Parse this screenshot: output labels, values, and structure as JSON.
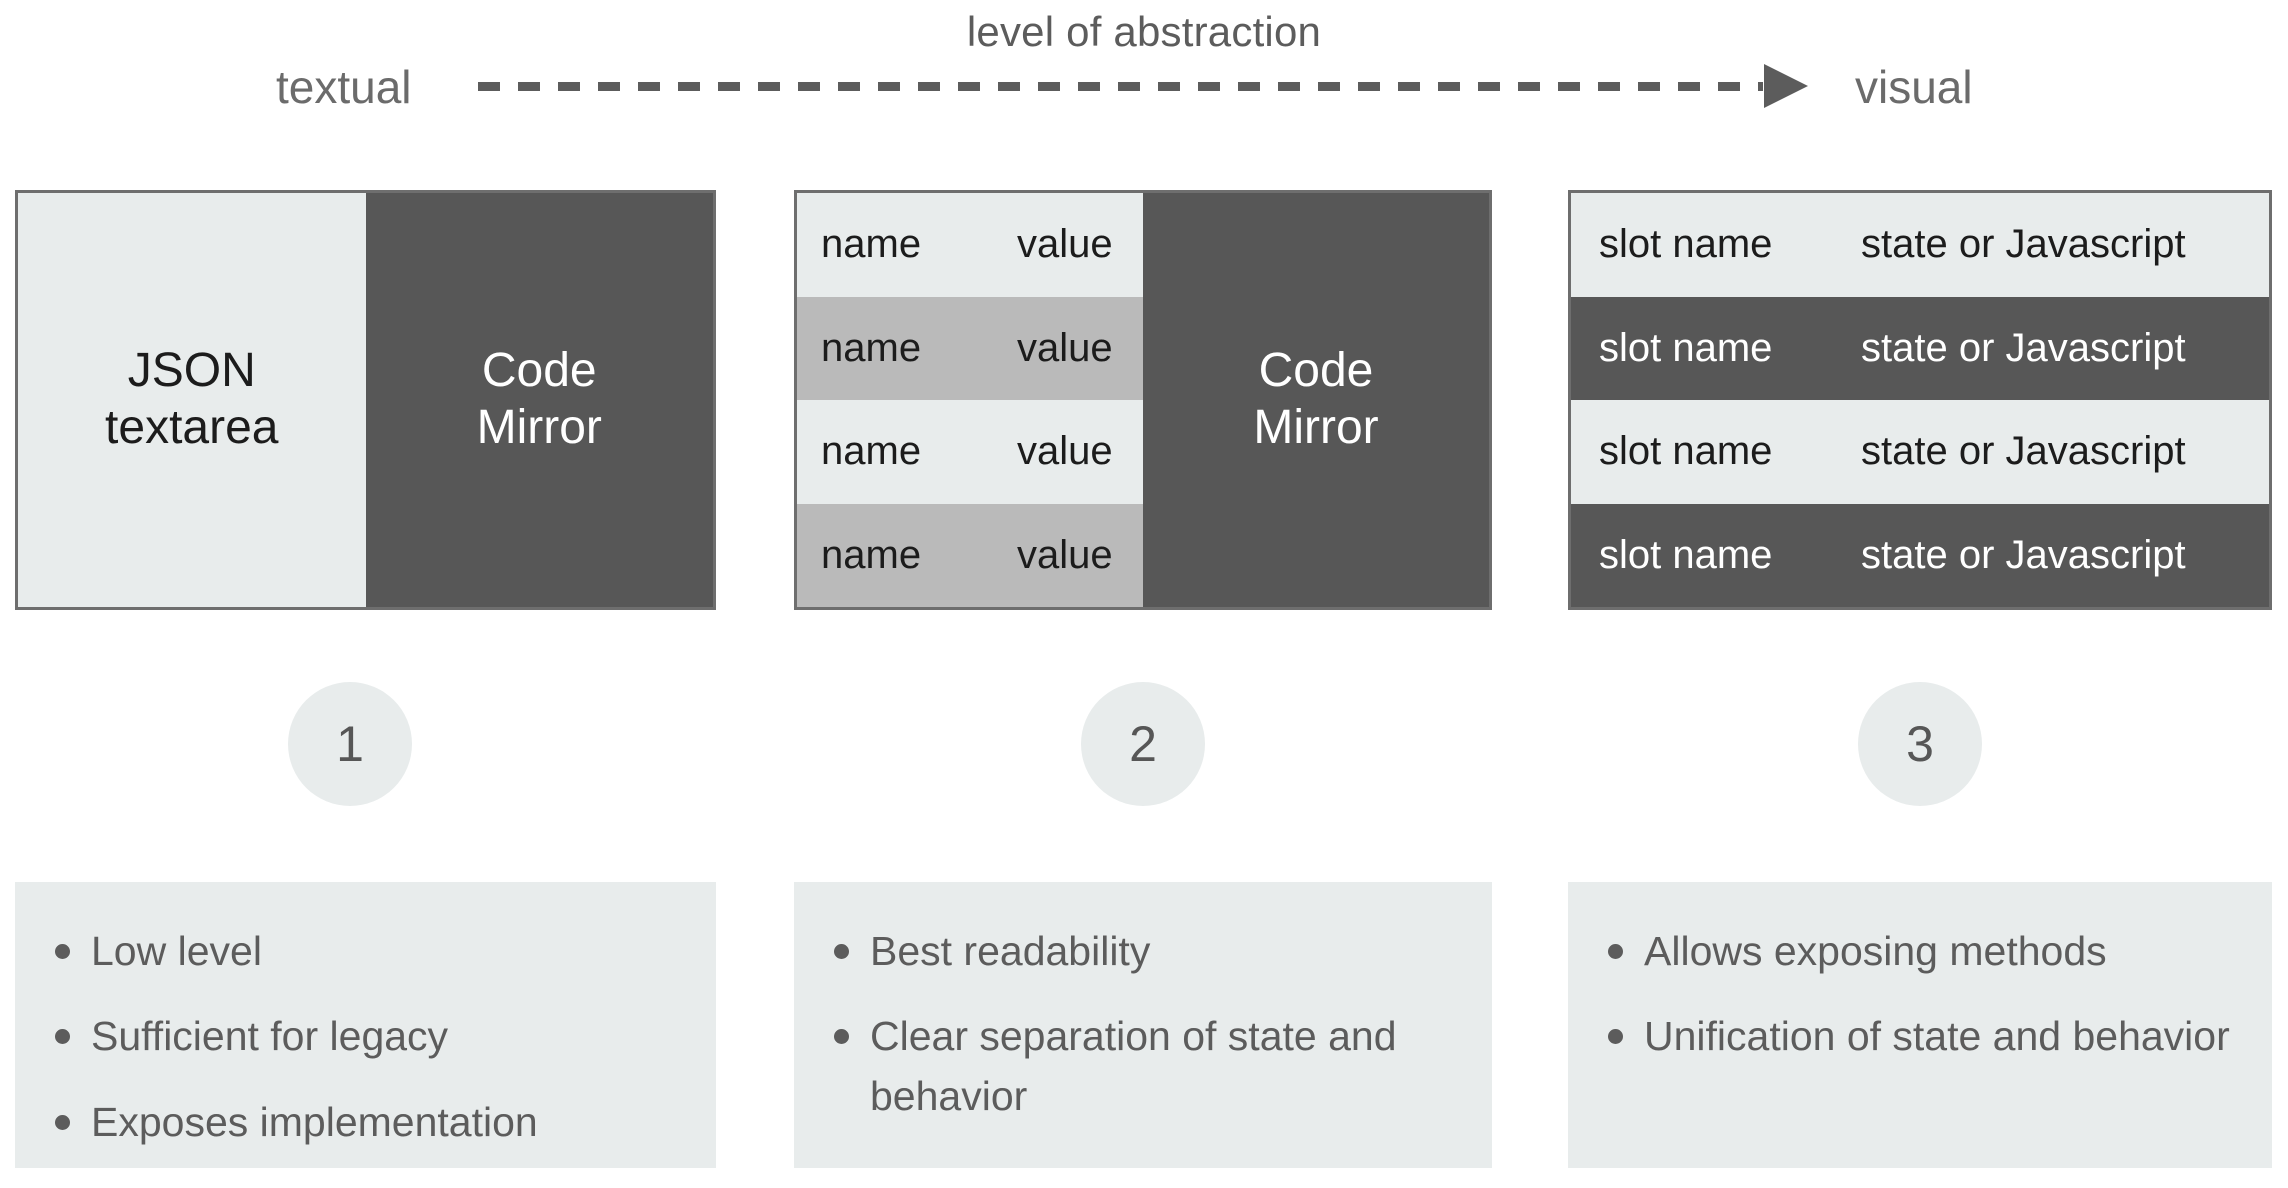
{
  "header": {
    "caption": "level of abstraction",
    "left_label": "textual",
    "right_label": "visual",
    "arrow_icon": "dashed-right-arrow-icon"
  },
  "colors": {
    "light_panel": "#e8ecec",
    "mid_row": "#bababa",
    "dark_panel": "#575757",
    "border": "#6e6e6e",
    "text_muted": "#5c5c5c",
    "text_dark": "#1c1c1c",
    "text_light": "#ffffff"
  },
  "panels": [
    {
      "id": 1,
      "badge": "1",
      "left": {
        "title": "JSON\ntextarea"
      },
      "right": {
        "title": "Code\nMirror"
      },
      "notes": [
        "Low level",
        "Sufficient for legacy",
        "Exposes implementation"
      ]
    },
    {
      "id": 2,
      "badge": "2",
      "rows": [
        {
          "name": "name",
          "value": "value"
        },
        {
          "name": "name",
          "value": "value"
        },
        {
          "name": "name",
          "value": "value"
        },
        {
          "name": "name",
          "value": "value"
        }
      ],
      "right": {
        "title": "Code\nMirror"
      },
      "notes": [
        "Best readability",
        "Clear separation of state and behavior"
      ]
    },
    {
      "id": 3,
      "badge": "3",
      "rows": [
        {
          "name": "slot name",
          "value": "state or Javascript"
        },
        {
          "name": "slot name",
          "value": "state or Javascript"
        },
        {
          "name": "slot name",
          "value": "state or Javascript"
        },
        {
          "name": "slot name",
          "value": "state or Javascript"
        }
      ],
      "notes": [
        "Allows exposing methods",
        "Unification of state and behavior"
      ]
    }
  ]
}
